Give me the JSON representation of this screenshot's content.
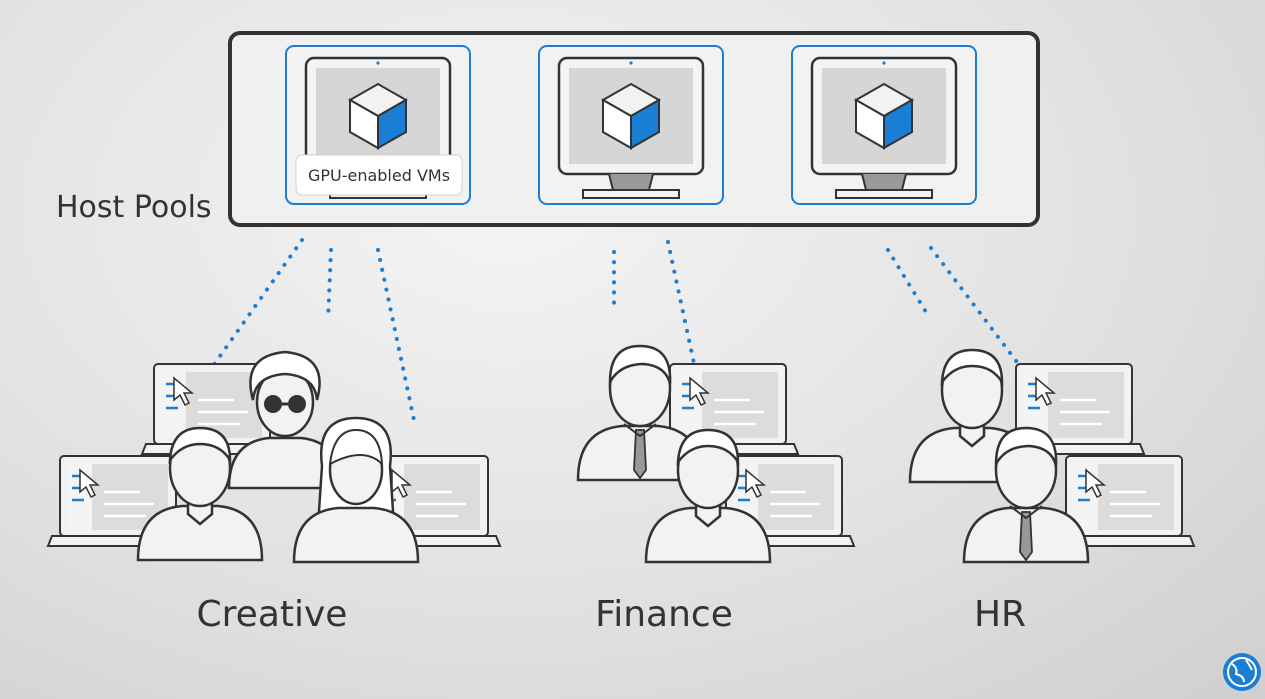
{
  "host_pools_label": "Host Pools",
  "vm_tooltip": "GPU-enabled VMs",
  "groups": [
    {
      "label": "Creative"
    },
    {
      "label": "Finance"
    },
    {
      "label": "HR"
    }
  ],
  "colors": {
    "accent": "#1a7fd4",
    "outline": "#333333",
    "screen_fill": "#d6d6d6",
    "background": "#e6e6e6"
  },
  "icons": [
    "monitor-icon",
    "cube-icon",
    "person-icon",
    "laptop-icon",
    "cursor-icon",
    "globe-logo-icon"
  ]
}
